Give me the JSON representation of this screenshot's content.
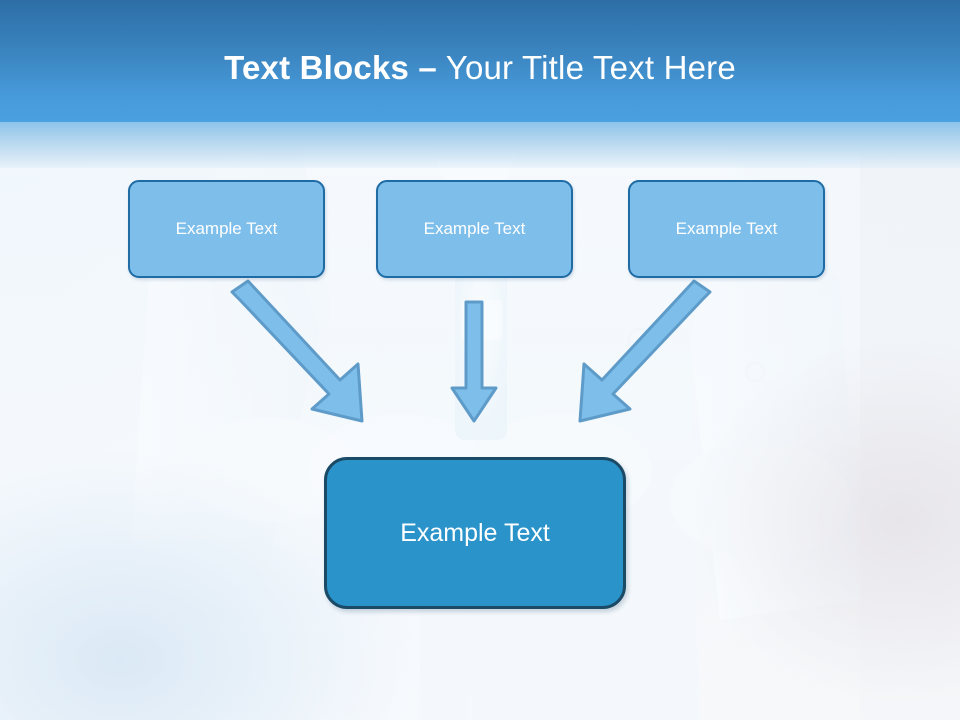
{
  "slide": {
    "title_bold": "Text Blocks –",
    "title_light": " Your Title Text Here",
    "header_color_top": "#2d6ea6",
    "header_color_bottom": "#4aa0e0"
  },
  "top_boxes": [
    {
      "label": "Example Text",
      "fill": "#7dbeeb",
      "border": "#1f6ca5"
    },
    {
      "label": "Example Text",
      "fill": "#7dbeeb",
      "border": "#1f6ca5"
    },
    {
      "label": "Example Text",
      "fill": "#7dbeeb",
      "border": "#1f6ca5"
    }
  ],
  "arrows": [
    {
      "name": "arrow-diagonal-down-right",
      "direction": "down-right",
      "fill": "#7dbeeb",
      "border": "#5a96c4"
    },
    {
      "name": "arrow-down",
      "direction": "down",
      "fill": "#7dbeeb",
      "border": "#5a96c4"
    },
    {
      "name": "arrow-diagonal-down-left",
      "direction": "down-left",
      "fill": "#7dbeeb",
      "border": "#5a96c4"
    }
  ],
  "bottom_box": {
    "label": "Example Text",
    "fill": "#2a93c9",
    "border": "#1b4a66"
  }
}
